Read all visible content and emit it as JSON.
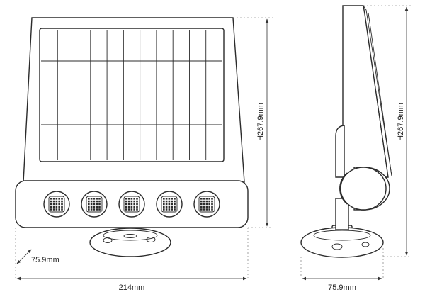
{
  "dimensions": {
    "front_height": "H267.9mm",
    "front_width": "214mm",
    "front_depth": "75.9mm",
    "side_height": "H267.9mm",
    "side_depth": "75.9mm"
  },
  "front_view": {
    "led_module_count": 5
  },
  "colors": {
    "line": "#2b2b2b",
    "background": "#ffffff"
  }
}
